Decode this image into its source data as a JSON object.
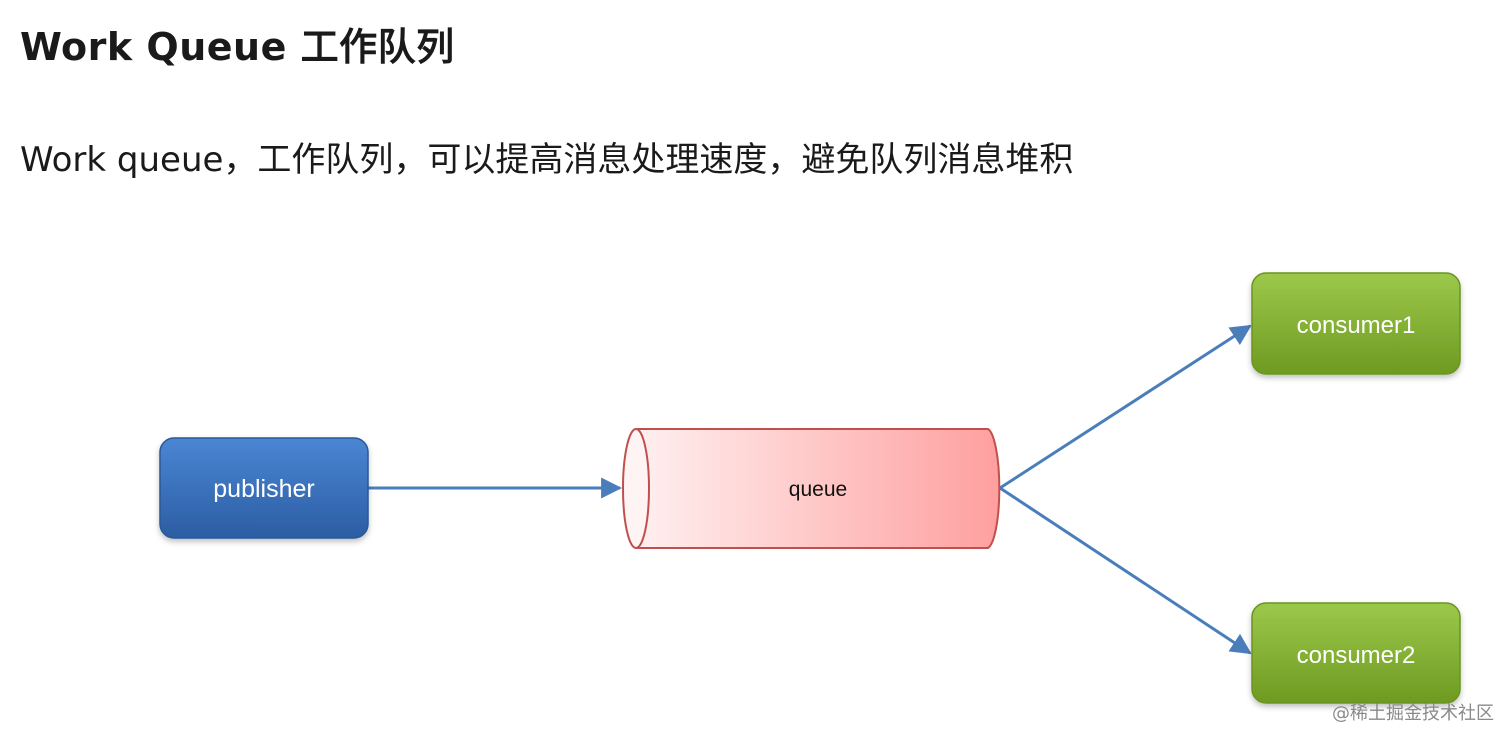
{
  "title": "Work Queue 工作队列",
  "subtitle": "Work queue，工作队列，可以提高消息处理速度，避免队列消息堆积",
  "diagram": {
    "nodes": {
      "publisher": "publisher",
      "queue": "queue",
      "consumer1": "consumer1",
      "consumer2": "consumer2"
    },
    "edges": [
      {
        "from": "publisher",
        "to": "queue"
      },
      {
        "from": "queue",
        "to": "consumer1"
      },
      {
        "from": "queue",
        "to": "consumer2"
      }
    ]
  },
  "watermark": "@稀土掘金技术社区",
  "colors": {
    "publisher": "#3a73c0",
    "queue_fill": "#ffb3b3",
    "queue_stroke": "#c0504d",
    "consumer": "#86b52f",
    "arrow": "#4a7ebb"
  }
}
